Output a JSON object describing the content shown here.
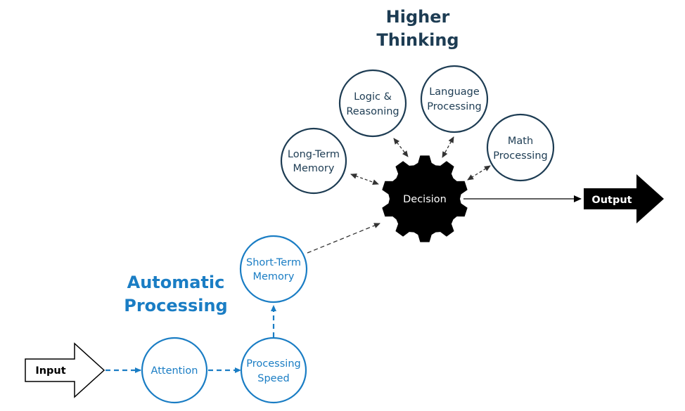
{
  "colors": {
    "dark_navy": "#1d3c53",
    "blue": "#1a7dc4",
    "black": "#000000",
    "white": "#ffffff",
    "dashed_gray": "#555555"
  },
  "titles": {
    "higher_line1": "Higher",
    "higher_line2": "Thinking",
    "auto_line1": "Automatic",
    "auto_line2": "Processing"
  },
  "nodes": {
    "input": "Input",
    "attention": "Attention",
    "processing_speed_line1": "Processing",
    "processing_speed_line2": "Speed",
    "short_term_line1": "Short-Term",
    "short_term_line2": "Memory",
    "decision": "Decision",
    "long_term_line1": "Long-Term",
    "long_term_line2": "Memory",
    "logic_line1": "Logic &",
    "logic_line2": "Reasoning",
    "language_line1": "Language",
    "language_line2": "Processing",
    "math_line1": "Math",
    "math_line2": "Processing",
    "output": "Output"
  },
  "icons": {
    "decision_shape": "gear-icon",
    "input_shape": "right-arrow-icon",
    "output_shape": "right-arrow-icon"
  }
}
